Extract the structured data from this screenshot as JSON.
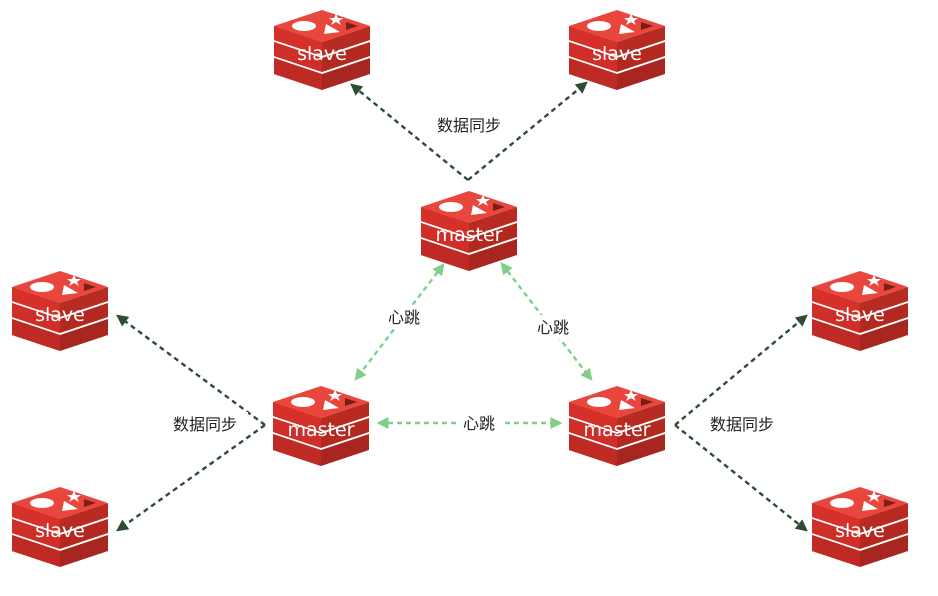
{
  "colors": {
    "sync_edge": "#2e4d33",
    "heartbeat_edge": "#7fcf8a",
    "node_front": "#d5302a",
    "node_side": "#a82620",
    "node_top": "#e9463d",
    "node_shape": "#ffffff",
    "node_shape_shadow": "#7a1e18"
  },
  "diagram": {
    "nodes": [
      {
        "id": "slave-top-left",
        "label": "slave",
        "role": "slave"
      },
      {
        "id": "slave-top-right",
        "label": "slave",
        "role": "slave"
      },
      {
        "id": "master-top",
        "label": "master",
        "role": "master"
      },
      {
        "id": "slave-left-upper",
        "label": "slave",
        "role": "slave"
      },
      {
        "id": "slave-right-upper",
        "label": "slave",
        "role": "slave"
      },
      {
        "id": "master-left",
        "label": "master",
        "role": "master"
      },
      {
        "id": "master-right",
        "label": "master",
        "role": "master"
      },
      {
        "id": "slave-left-lower",
        "label": "slave",
        "role": "slave"
      },
      {
        "id": "slave-right-lower",
        "label": "slave",
        "role": "slave"
      }
    ],
    "edges": [
      {
        "id": "sync-top",
        "type": "sync",
        "label": "数据同步"
      },
      {
        "id": "sync-left",
        "type": "sync",
        "label": "数据同步"
      },
      {
        "id": "sync-right",
        "type": "sync",
        "label": "数据同步"
      },
      {
        "id": "heartbeat-top-left",
        "type": "heartbeat",
        "label": "心跳"
      },
      {
        "id": "heartbeat-top-right",
        "type": "heartbeat",
        "label": "心跳"
      },
      {
        "id": "heartbeat-bottom",
        "type": "heartbeat",
        "label": "心跳"
      }
    ]
  }
}
